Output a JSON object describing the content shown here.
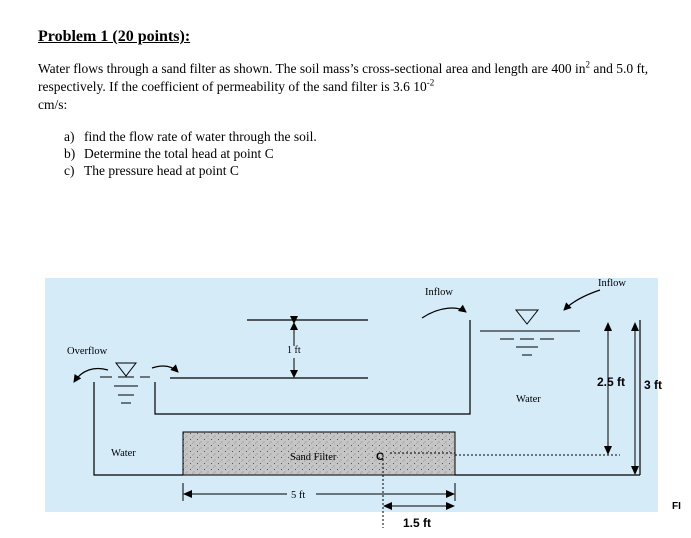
{
  "problem": {
    "title": "Problem 1 (20 points):",
    "prompt_part1": "Water flows through a sand filter as shown. The soil mass’s cross-sectional area and length are 400 in",
    "sup_in": "2",
    "prompt_part2": " and 5.0 ft, respectively. If the coefficient of permeability of the sand filter is 3.6 10",
    "sup_exp": "-2",
    "prompt_part3": "cm/s:",
    "questions": [
      {
        "label": "a)",
        "text": "find the flow rate of water through the soil."
      },
      {
        "label": "b)",
        "text": "Determine the total head at point C"
      },
      {
        "label": "c)",
        "text": "The pressure head at point C"
      }
    ]
  },
  "diagram": {
    "colors": {
      "background": "#d6ebf8",
      "stroke": "#000000",
      "filter_fill": "#c8c8c8",
      "arrow": "#000000"
    },
    "labels": {
      "overflow": "Overflow",
      "inflow_top": "Inflow",
      "inflow_right": "Inflow",
      "water_left": "Water",
      "water_right": "Water",
      "sand_filter": "Sand Filter",
      "point_c": "C",
      "dim_1ft": "1 ft",
      "dim_5ft": "5 ft",
      "dim_2_5ft": "2.5 ft",
      "dim_3ft": "3 ft",
      "dim_1_5ft": "1.5 ft",
      "cut_text": "FI"
    }
  }
}
